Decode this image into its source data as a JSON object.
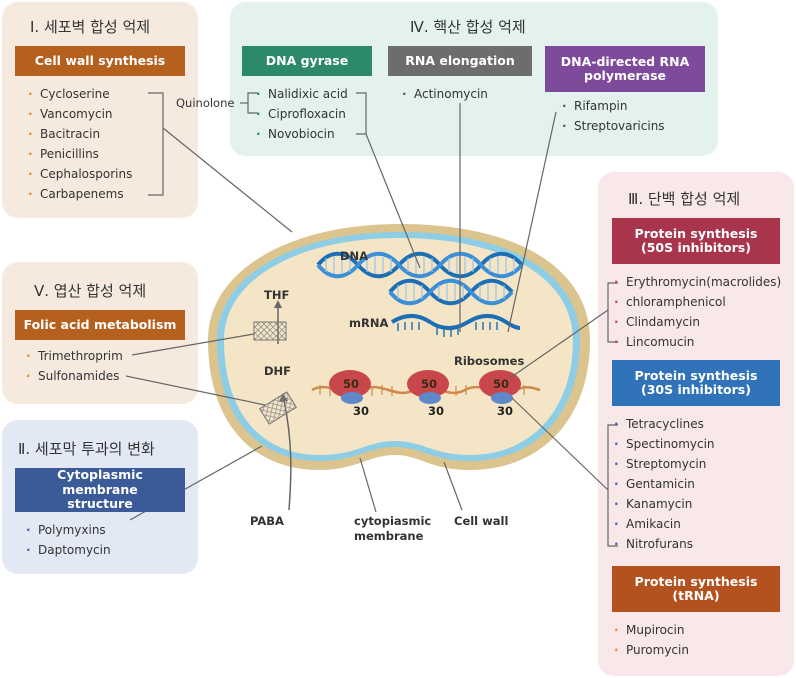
{
  "panel1": {
    "title": "Ⅰ. 세포벽 합성 억제",
    "header": "Cell wall synthesis",
    "items": [
      "Cycloserine",
      "Vancomycin",
      "Bacitracin",
      "Penicillins",
      "Cephalosporins",
      "Carbapenems"
    ]
  },
  "panel4": {
    "title": "Ⅳ. 핵산 합성 억제",
    "quinolone_label": "Quinolone",
    "col1": {
      "header": "DNA gyrase",
      "items": [
        "Nalidixic acid",
        "Ciprofloxacin",
        "Novobiocin"
      ]
    },
    "col2": {
      "header": "RNA elongation",
      "items": [
        "Actinomycin"
      ]
    },
    "col3": {
      "header": "DNA-directed RNA\npolymerase",
      "items": [
        "Rifampin",
        "Streptovaricins"
      ]
    }
  },
  "panel3": {
    "title": "Ⅲ. 단백 합성 억제",
    "group1": {
      "header": "Protein synthesis\n(50S inhibitors)",
      "items": [
        "Erythromycin(macrolides)",
        "chloramphenicol",
        "Clindamycin",
        "Lincomucin"
      ]
    },
    "group2": {
      "header": "Protein synthesis\n(30S inhibitors)",
      "items": [
        "Tetracyclines",
        "Spectinomycin",
        "Streptomycin",
        "Gentamicin",
        "Kanamycin",
        "Amikacin",
        "Nitrofurans"
      ]
    },
    "group3": {
      "header": "Protein synthesis\n(tRNA)",
      "items": [
        "Mupirocin",
        "Puromycin"
      ]
    }
  },
  "panel5": {
    "title": "Ⅴ. 엽산 합성 억제",
    "header": "Folic acid metabolism",
    "items": [
      "Trimethroprim",
      "Sulfonamides"
    ]
  },
  "panel2": {
    "title": "Ⅱ. 세포막 투과의 변화",
    "header": "Cytoplasmic membrane\nstructure",
    "items": [
      "Polymyxins",
      "Daptomycin"
    ]
  },
  "cell": {
    "dna": "DNA",
    "mrna": "mRNA",
    "ribosomes": "Ribosomes",
    "thf": "THF",
    "dhf": "DHF",
    "paba": "PABA",
    "cytoplasmic_membrane": "cytopiasmic\nmembrane",
    "cell_wall": "Cell wall",
    "ribo_large": "50",
    "ribo_small": "30"
  },
  "colors": {
    "orange_header": "#b5601f",
    "green_header": "#2c8a69",
    "gray_header": "#6d6d6d",
    "purple_header": "#7d4a9c",
    "red_header": "#a8354c",
    "blue_header": "#3073b8",
    "navy_header": "#3a5b98",
    "rust_header": "#b4521f"
  }
}
